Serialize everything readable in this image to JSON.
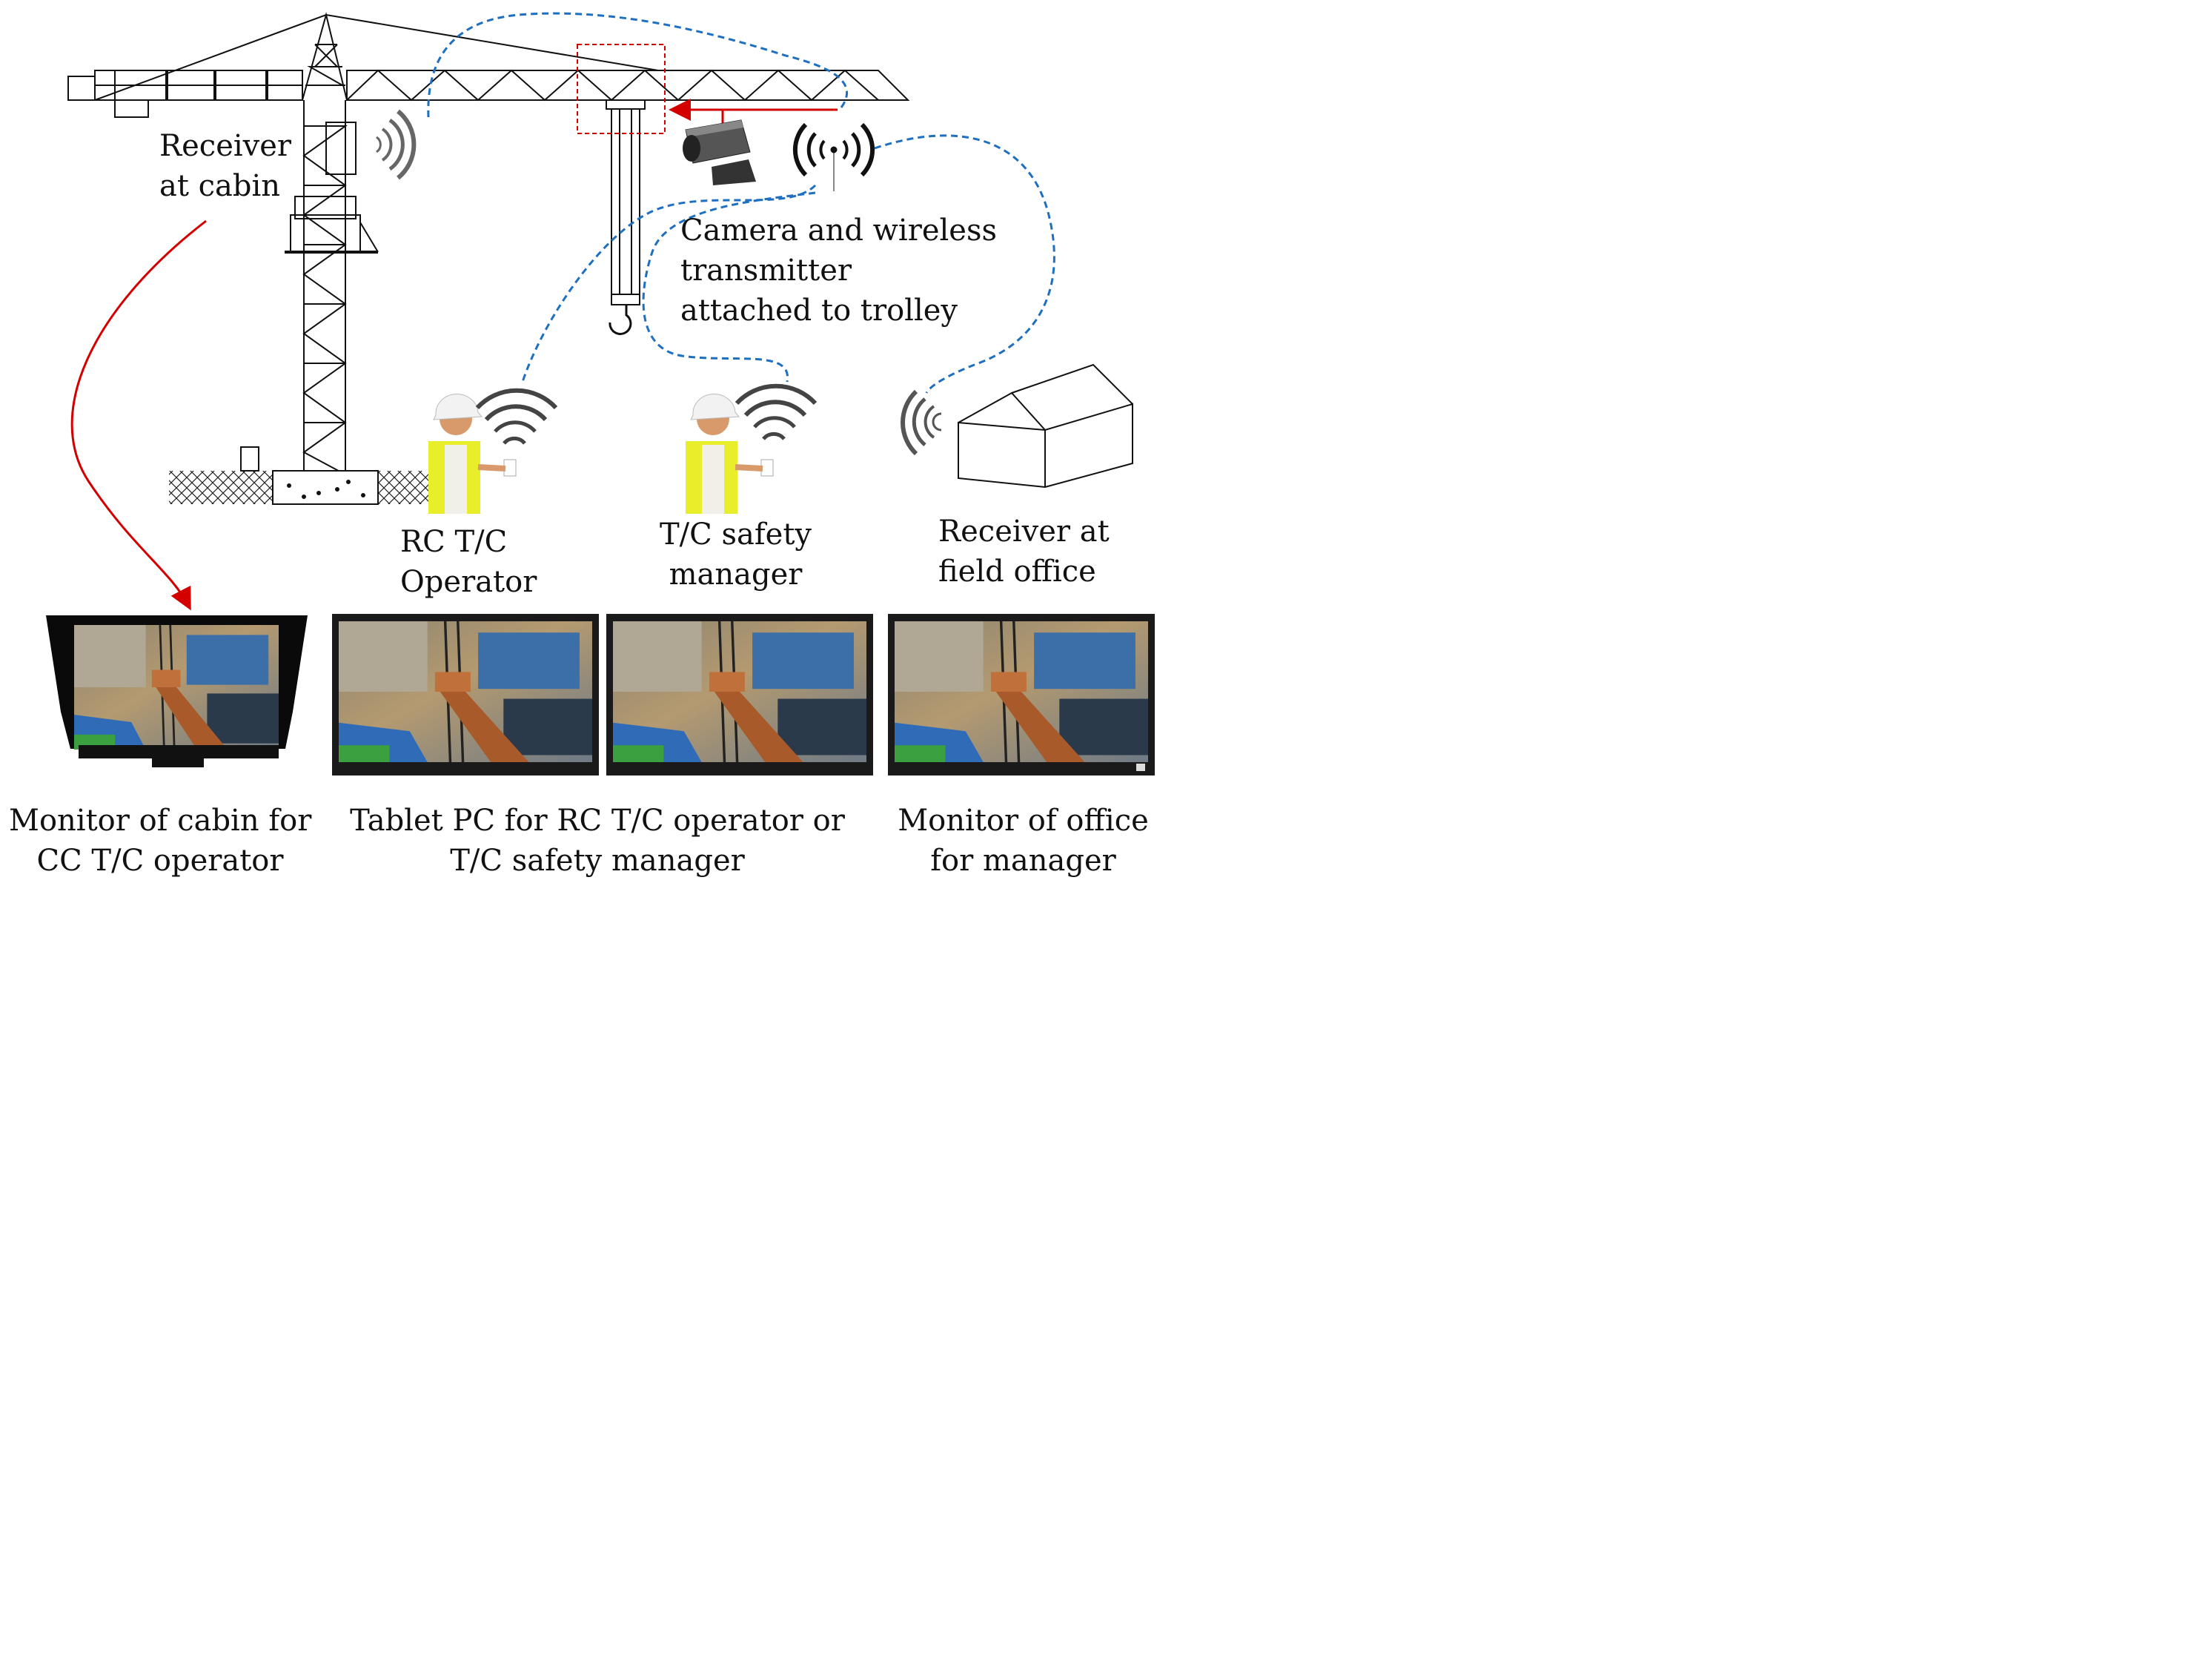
{
  "labels": {
    "receiver_cabin": [
      "Receiver",
      "at cabin"
    ],
    "camera_transmitter": [
      "Camera and wireless",
      "transmitter",
      "attached to trolley"
    ],
    "rc_operator": [
      "RC T/C",
      "Operator"
    ],
    "safety_manager": [
      "T/C  safety",
      "manager"
    ],
    "receiver_office": [
      "Receiver at",
      "field office"
    ],
    "cabin_monitor_caption": [
      "Monitor of cabin for",
      "CC T/C operator"
    ],
    "tablet_caption": [
      "Tablet PC for RC T/C operator or",
      "T/C safety manager"
    ],
    "office_monitor_caption": [
      "Monitor of office",
      "for manager"
    ]
  },
  "colors": {
    "red_arrow": "#d40000",
    "blue_link": "#1e6fc0",
    "line": "#111111",
    "wave": "#555555",
    "vest": "#e8ee2a",
    "helmet": "#f2f2f2"
  }
}
